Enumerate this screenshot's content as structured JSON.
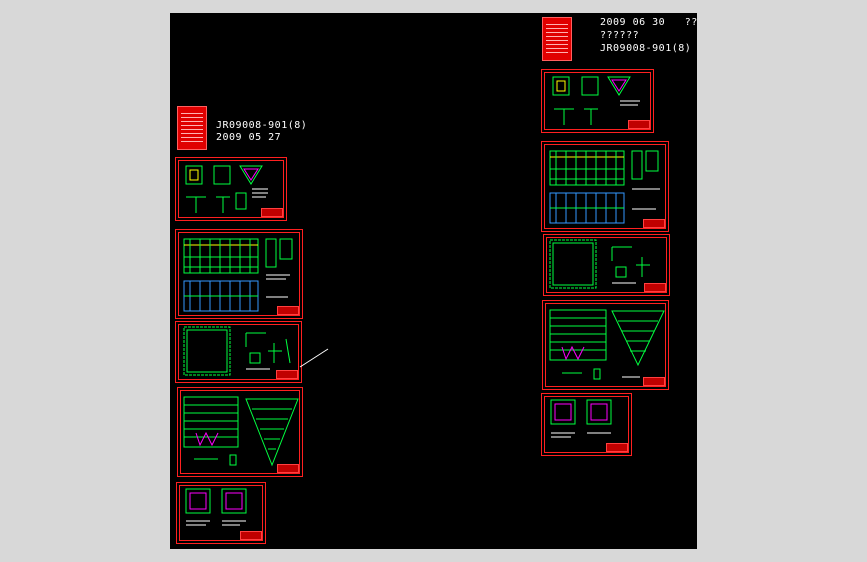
{
  "left_set": {
    "drawing_no": "JR09008-901(8)",
    "date": "2009 05 27"
  },
  "right_set": {
    "date_line": "2009 06 30",
    "date_suffix": "????",
    "subtitle": "??????",
    "drawing_no": "JR09008-901(8)"
  },
  "colors": {
    "canvas": "#000000",
    "frame": "#ff2020",
    "rebar": "#00ff40",
    "highlight": "#ffff00",
    "accent": "#ff00ff",
    "hatch": "#3399ff",
    "outer_bg": "#d8d8d8"
  }
}
